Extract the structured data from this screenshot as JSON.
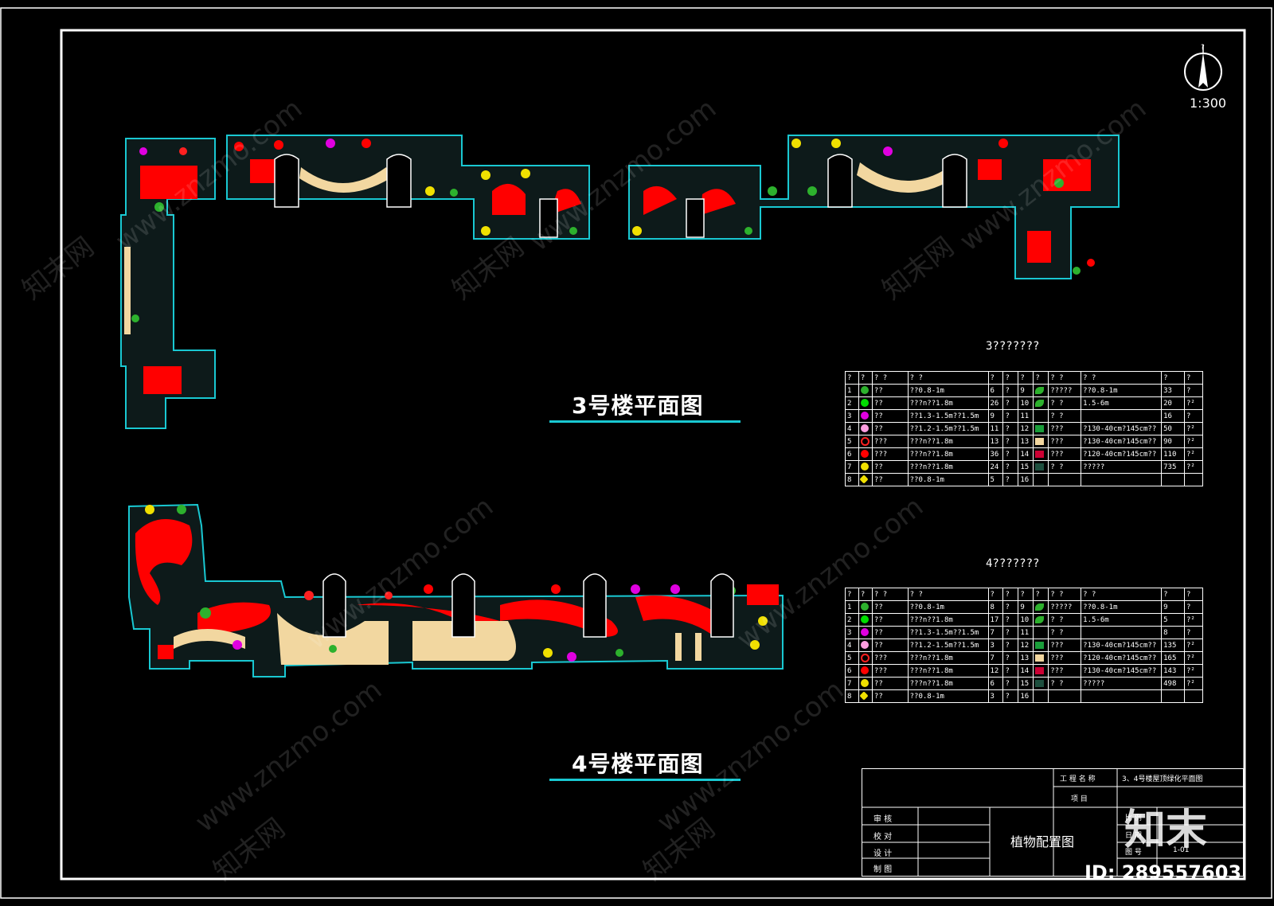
{
  "drawing": {
    "scale": "1:300",
    "plan3_title": "3号楼平面图",
    "plan4_title": "4号楼平面图"
  },
  "table3": {
    "caption": "3???????",
    "header": [
      "?",
      "?",
      "? ?",
      "? ?",
      "?",
      "?",
      "?",
      "?",
      "? ?",
      "? ?",
      "?",
      "?"
    ],
    "rows": [
      {
        "n": "1",
        "c": "#2db12d",
        "s": "circle",
        "a": "??",
        "b": "??0.8-1m",
        "q": "6",
        "u": "?",
        "m": "9",
        "c2": "#2db12d",
        "s2": "leaf",
        "d": "?????",
        "e": "??0.8-1m",
        "f": "33",
        "g": "?"
      },
      {
        "n": "2",
        "c": "#00dd00",
        "s": "circle",
        "a": "??",
        "b": "???n??1.8m",
        "q": "26",
        "u": "?",
        "m": "10",
        "c2": "#2db12d",
        "s2": "leaf",
        "d": "? ?",
        "e": "1.5-6m",
        "f": "20",
        "g": "?²"
      },
      {
        "n": "3",
        "c": "#e000e0",
        "s": "circle",
        "a": "??",
        "b": "??1.3-1.5m??1.5m",
        "q": "9",
        "u": "?",
        "m": "11",
        "c2": "",
        "s2": "",
        "d": "? ?",
        "e": "",
        "f": "16",
        "g": "?"
      },
      {
        "n": "4",
        "c": "#ff9ee0",
        "s": "circle",
        "a": "??",
        "b": "??1.2-1.5m??1.5m",
        "q": "11",
        "u": "?",
        "m": "12",
        "c2": "#1a9e3a",
        "s2": "square",
        "d": "???",
        "e": "?130-40cm?145cm??",
        "f": "50",
        "g": "?²"
      },
      {
        "n": "5",
        "c": "#ff2020",
        "s": "ring",
        "a": "???",
        "b": "???n??1.8m",
        "q": "13",
        "u": "?",
        "m": "13",
        "c2": "#f2d7a0",
        "s2": "square",
        "d": "???",
        "e": "?130-40cm?145cm??",
        "f": "90",
        "g": "?²"
      },
      {
        "n": "6",
        "c": "#ff0000",
        "s": "circle",
        "a": "???",
        "b": "???n??1.8m",
        "q": "36",
        "u": "?",
        "m": "14",
        "c2": "#cc0033",
        "s2": "square",
        "d": "???",
        "e": "?120-40cm?145cm??",
        "f": "110",
        "g": "?²"
      },
      {
        "n": "7",
        "c": "#f0e000",
        "s": "flower",
        "a": "??",
        "b": "???n??1.8m",
        "q": "24",
        "u": "?",
        "m": "15",
        "c2": "#1d4f3e",
        "s2": "square",
        "d": "? ?",
        "e": "?????",
        "f": "735",
        "g": "?²"
      },
      {
        "n": "8",
        "c": "#f0e000",
        "s": "star",
        "a": "??",
        "b": "??0.8-1m",
        "q": "5",
        "u": "?",
        "m": "16",
        "c2": "",
        "s2": "",
        "d": "",
        "e": "",
        "f": "",
        "g": ""
      }
    ]
  },
  "table4": {
    "caption": "4???????",
    "header": [
      "?",
      "?",
      "? ?",
      "? ?",
      "?",
      "?",
      "?",
      "?",
      "? ?",
      "? ?",
      "?",
      "?"
    ],
    "rows": [
      {
        "n": "1",
        "c": "#2db12d",
        "s": "circle",
        "a": "??",
        "b": "??0.8-1m",
        "q": "8",
        "u": "?",
        "m": "9",
        "c2": "#2db12d",
        "s2": "leaf",
        "d": "?????",
        "e": "??0.8-1m",
        "f": "9",
        "g": "?"
      },
      {
        "n": "2",
        "c": "#00dd00",
        "s": "circle",
        "a": "??",
        "b": "???n??1.8m",
        "q": "17",
        "u": "?",
        "m": "10",
        "c2": "#2db12d",
        "s2": "leaf",
        "d": "? ?",
        "e": "1.5-6m",
        "f": "5",
        "g": "?²"
      },
      {
        "n": "3",
        "c": "#e000e0",
        "s": "circle",
        "a": "??",
        "b": "??1.3-1.5m??1.5m",
        "q": "7",
        "u": "?",
        "m": "11",
        "c2": "",
        "s2": "",
        "d": "? ?",
        "e": "",
        "f": "8",
        "g": "?"
      },
      {
        "n": "4",
        "c": "#ff9ee0",
        "s": "circle",
        "a": "??",
        "b": "??1.2-1.5m??1.5m",
        "q": "3",
        "u": "?",
        "m": "12",
        "c2": "#1a9e3a",
        "s2": "square",
        "d": "???",
        "e": "?130-40cm?145cm??",
        "f": "135",
        "g": "?²"
      },
      {
        "n": "5",
        "c": "#ff2020",
        "s": "ring",
        "a": "???",
        "b": "???n??1.8m",
        "q": "7",
        "u": "?",
        "m": "13",
        "c2": "#f2d7a0",
        "s2": "square",
        "d": "???",
        "e": "?120-40cm?145cm??",
        "f": "165",
        "g": "?²"
      },
      {
        "n": "6",
        "c": "#ff0000",
        "s": "circle",
        "a": "???",
        "b": "???n??1.8m",
        "q": "12",
        "u": "?",
        "m": "14",
        "c2": "#cc0033",
        "s2": "square",
        "d": "???",
        "e": "?130-40cm?145cm??",
        "f": "143",
        "g": "?²"
      },
      {
        "n": "7",
        "c": "#f0e000",
        "s": "flower",
        "a": "??",
        "b": "???n??1.8m",
        "q": "6",
        "u": "?",
        "m": "15",
        "c2": "#1d4f3e",
        "s2": "square",
        "d": "? ?",
        "e": "?????",
        "f": "498",
        "g": "?²"
      },
      {
        "n": "8",
        "c": "#f0e000",
        "s": "star",
        "a": "??",
        "b": "??0.8-1m",
        "q": "3",
        "u": "?",
        "m": "16",
        "c2": "",
        "s2": "",
        "d": "",
        "e": "",
        "f": "",
        "g": ""
      }
    ]
  },
  "title_block": {
    "project_name_label": "工 程 名 称",
    "project_name_value": "3、4号楼屋顶绿化平面图",
    "item_label": "项 目",
    "review_label": "审 核",
    "check_label": "校 对",
    "design_label": "设 计",
    "draw_label": "制 图",
    "sheet_title": "植物配置图",
    "sheet_no_label": "图 号",
    "sheet_no_value": "1-01",
    "scale_label": "比 例",
    "date_label": "日 期"
  },
  "watermark": {
    "site": "www.znzmo.com",
    "brand": "知末网",
    "logo": "知末",
    "id": "ID: 289557603"
  },
  "colors": {
    "background": "#000000",
    "frame": "#ffffff",
    "outline": "#19c8d2",
    "path": "#f2d7a0",
    "bed": "#ff0000",
    "planting": "#1d4f3e"
  }
}
